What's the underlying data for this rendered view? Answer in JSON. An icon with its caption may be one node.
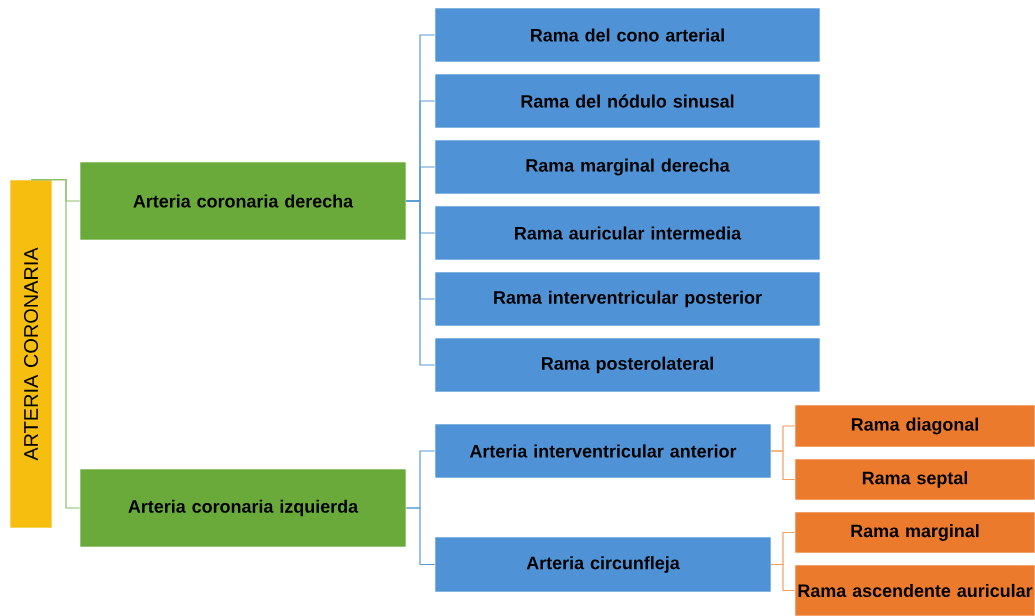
{
  "diagram": {
    "nodes": [
      {
        "text": [
          "ARTERIA CORONARIA"
        ]
      },
      {
        "text": [
          "Arteria coronaria derecha"
        ]
      },
      {
        "text": [
          "Arteria coronaria izquierda"
        ]
      },
      {
        "text": [
          "Rama del cono arterial"
        ]
      },
      {
        "text": [
          "Rama del nódulo sinusal"
        ]
      },
      {
        "text": [
          "Rama marginal derecha"
        ]
      },
      {
        "text": [
          "Rama auricular intermedia"
        ]
      },
      {
        "text": [
          "Rama interventricular posterior"
        ]
      },
      {
        "text": [
          "Rama posterolateral"
        ]
      },
      {
        "text": [
          "Arteria interventricular anterior"
        ]
      },
      {
        "text": [
          "Arteria circunfleja"
        ]
      },
      {
        "text": [
          "Rama diagonal"
        ]
      },
      {
        "text": [
          "Rama septal"
        ]
      },
      {
        "text": [
          "Rama marginal"
        ]
      },
      {
        "text": [
          "Rama ascendente auricular"
        ]
      }
    ],
    "edges": [
      {
        "from": 0,
        "to": 1,
        "arrow": "none",
        "color": "#8cc068"
      },
      {
        "from": 0,
        "to": 2,
        "arrow": "none",
        "color": "#8cc068"
      },
      {
        "from": 1,
        "to": 3,
        "arrow": "none"
      },
      {
        "from": 1,
        "to": 4,
        "arrow": "none"
      },
      {
        "from": 1,
        "to": 5,
        "arrow": "none"
      },
      {
        "from": 1,
        "to": 6,
        "arrow": "none"
      },
      {
        "from": 1,
        "to": 7,
        "arrow": "none"
      },
      {
        "from": 1,
        "to": 8,
        "arrow": "none"
      },
      {
        "from": 2,
        "to": 9,
        "arrow": "none"
      },
      {
        "from": 2,
        "to": 10,
        "arrow": "none"
      },
      {
        "from": 9,
        "to": 11,
        "arrow": "none",
        "color": "#f0a060"
      },
      {
        "from": 9,
        "to": 12,
        "arrow": "none",
        "color": "#f0a060"
      },
      {
        "from": 10,
        "to": 13,
        "arrow": "none",
        "color": "#f0a060"
      },
      {
        "from": 10,
        "to": 14,
        "arrow": "none",
        "color": "#f0a060"
      }
    ]
  }
}
